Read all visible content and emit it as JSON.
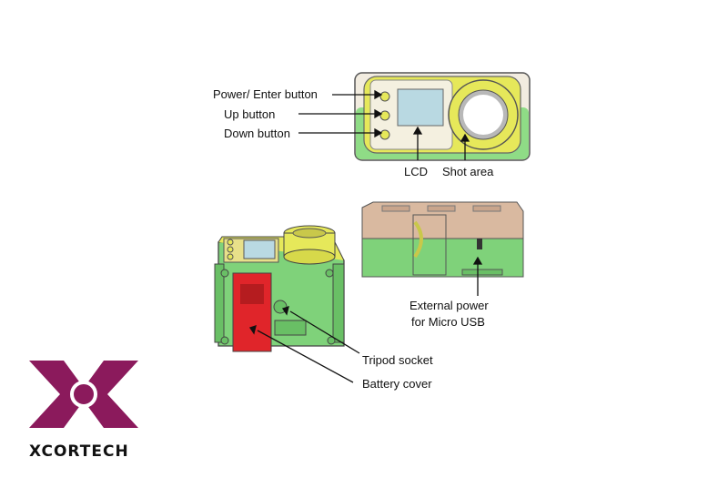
{
  "labels": {
    "power_enter": "Power/ Enter button",
    "up": "Up button",
    "down": "Down button",
    "lcd": "LCD",
    "shot_area": "Shot area",
    "external_power_line1": "External power",
    "external_power_line2": "for Micro USB",
    "tripod": "Tripod socket",
    "battery": "Battery cover"
  },
  "brand": {
    "name": "XCORTECH",
    "color": "#8b1a5c"
  },
  "colors": {
    "body_green": "#7fd27a",
    "body_top": "#f2ece0",
    "bezel_yellow": "#e6e85a",
    "lcd_blue": "#b9d9e2",
    "battery_red": "#e0252a",
    "roof_tan": "#d9b9a0"
  }
}
